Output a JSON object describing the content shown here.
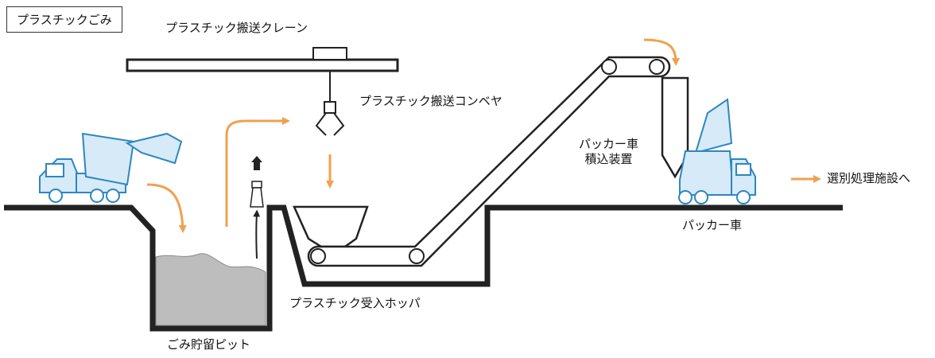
{
  "title": "プラスチックごみ",
  "labels": {
    "crane": "プラスチック搬送クレーン",
    "conveyor": "プラスチック搬送コンベヤ",
    "loader_line1": "パッカー車",
    "loader_line2": "積込装置",
    "destination": "選別処理施設へ",
    "packer_truck": "パッカー車",
    "hopper": "プラスチック受入ホッパ",
    "pit": "ごみ貯留ピット"
  },
  "colors": {
    "flow_arrow": "#F0A050",
    "truck_fill": "#D6EAF8",
    "truck_stroke": "#2E86C1",
    "structure": "#222222",
    "waste_fill": "#BDBDBD"
  },
  "icons": [
    "dump-truck-icon",
    "packer-truck-icon",
    "crane-grab-icon",
    "flow-arrow-icon",
    "exhaust-fan-icon"
  ]
}
